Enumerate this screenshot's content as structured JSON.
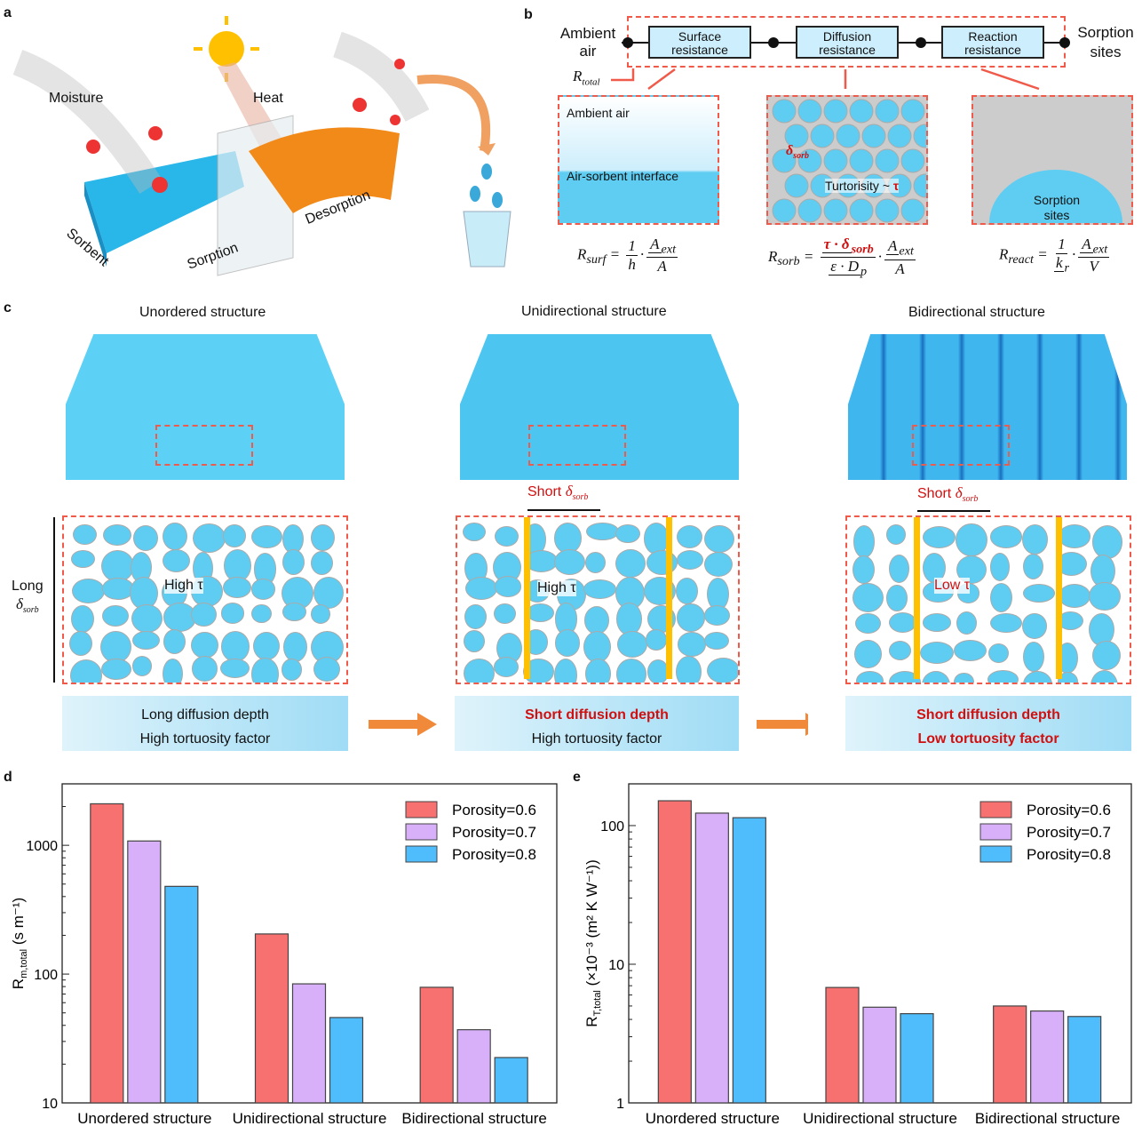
{
  "panel_labels": [
    "a",
    "b",
    "c",
    "d",
    "e"
  ],
  "panel_a": {
    "moisture": "Moisture",
    "heat": "Heat",
    "sorbent": "Sorbent",
    "sorption": "Sorption",
    "desorption": "Desorption"
  },
  "panel_b": {
    "ambient_air": "Ambient air",
    "sorption_sites": "Sorption sites",
    "boxes": [
      "Surface resistance",
      "Diffusion resistance",
      "Reaction resistance"
    ],
    "r_total": "R",
    "r_total_sub": "total",
    "inset1": {
      "top": "Ambient air",
      "interface": "Air-sorbent interface"
    },
    "inset2": {
      "delta": "δ",
      "delta_sub": "sorb",
      "tortuosity": "Turtorisity ~ ",
      "tau": "τ"
    },
    "inset3": {
      "sites": "Sorption sites"
    },
    "eq_surf": {
      "lhs": "R",
      "sub": "surf",
      "n1": "1",
      "d1": "h",
      "n2": "A",
      "n2sub": "ext",
      "d2": "A"
    },
    "eq_sorb": {
      "lhs": "R",
      "sub": "sorb",
      "n1": "τ · δ",
      "n1sub": "sorb",
      "d1": "ε · D",
      "d1sub": "p",
      "n2": "A",
      "n2sub": "ext",
      "d2": "A"
    },
    "eq_react": {
      "lhs": "R",
      "sub": "react",
      "n1": "1",
      "d1": "k",
      "d1sub": "r",
      "n2": "A",
      "n2sub": "ext",
      "d2": "V"
    }
  },
  "panel_c": {
    "titles": [
      "Unordered structure",
      "Unidirectional structure",
      "Bidirectional structure"
    ],
    "long": "Long",
    "delta": "δ",
    "delta_sub": "sorb",
    "short": "Short ",
    "high_tau": "High τ",
    "low_tau": "Low τ",
    "captions": [
      [
        "Long diffusion depth",
        "High tortuosity factor"
      ],
      [
        "Short diffusion depth",
        "High tortuosity factor"
      ],
      [
        "Short diffusion depth",
        "Low tortuosity factor"
      ]
    ]
  },
  "chart_data": [
    {
      "type": "bar",
      "panel": "d",
      "scale": "log",
      "ylim": [
        10,
        3000
      ],
      "ylabel": "R",
      "ylabel_sub": "m,total",
      "ylabel_unit": " (s m⁻¹)",
      "yticks": [
        10,
        100,
        1000
      ],
      "ytick_labels": [
        "10",
        "100",
        "1000"
      ],
      "categories": [
        "Unordered structure",
        "Unidirectional structure",
        "Bidirectional structure"
      ],
      "legend_position": "top-right",
      "series": [
        {
          "name": "Porosity=0.6",
          "color": "#f87171",
          "values": [
            2100,
            205,
            79
          ]
        },
        {
          "name": "Porosity=0.7",
          "color": "#d8b0fa",
          "values": [
            1080,
            84,
            37
          ]
        },
        {
          "name": "Porosity=0.8",
          "color": "#4fbdfc",
          "values": [
            480,
            46,
            22.5
          ]
        }
      ]
    },
    {
      "type": "bar",
      "panel": "e",
      "scale": "log",
      "ylim": [
        1,
        200
      ],
      "ylabel": "R",
      "ylabel_sub": "T,total",
      "ylabel_unit": " (×10⁻³ (m² K W⁻¹))",
      "yticks": [
        1,
        10,
        100
      ],
      "ytick_labels": [
        "1",
        "10",
        "100"
      ],
      "categories": [
        "Unordered structure",
        "Unidirectional structure",
        "Bidirectional structure"
      ],
      "legend_position": "top-right",
      "series": [
        {
          "name": "Porosity=0.6",
          "color": "#f87171",
          "values": [
            151,
            6.8,
            5.0
          ]
        },
        {
          "name": "Porosity=0.7",
          "color": "#d8b0fa",
          "values": [
            123,
            4.9,
            4.6
          ]
        },
        {
          "name": "Porosity=0.8",
          "color": "#4fbdfc",
          "values": [
            114,
            4.4,
            4.2
          ]
        }
      ]
    }
  ]
}
